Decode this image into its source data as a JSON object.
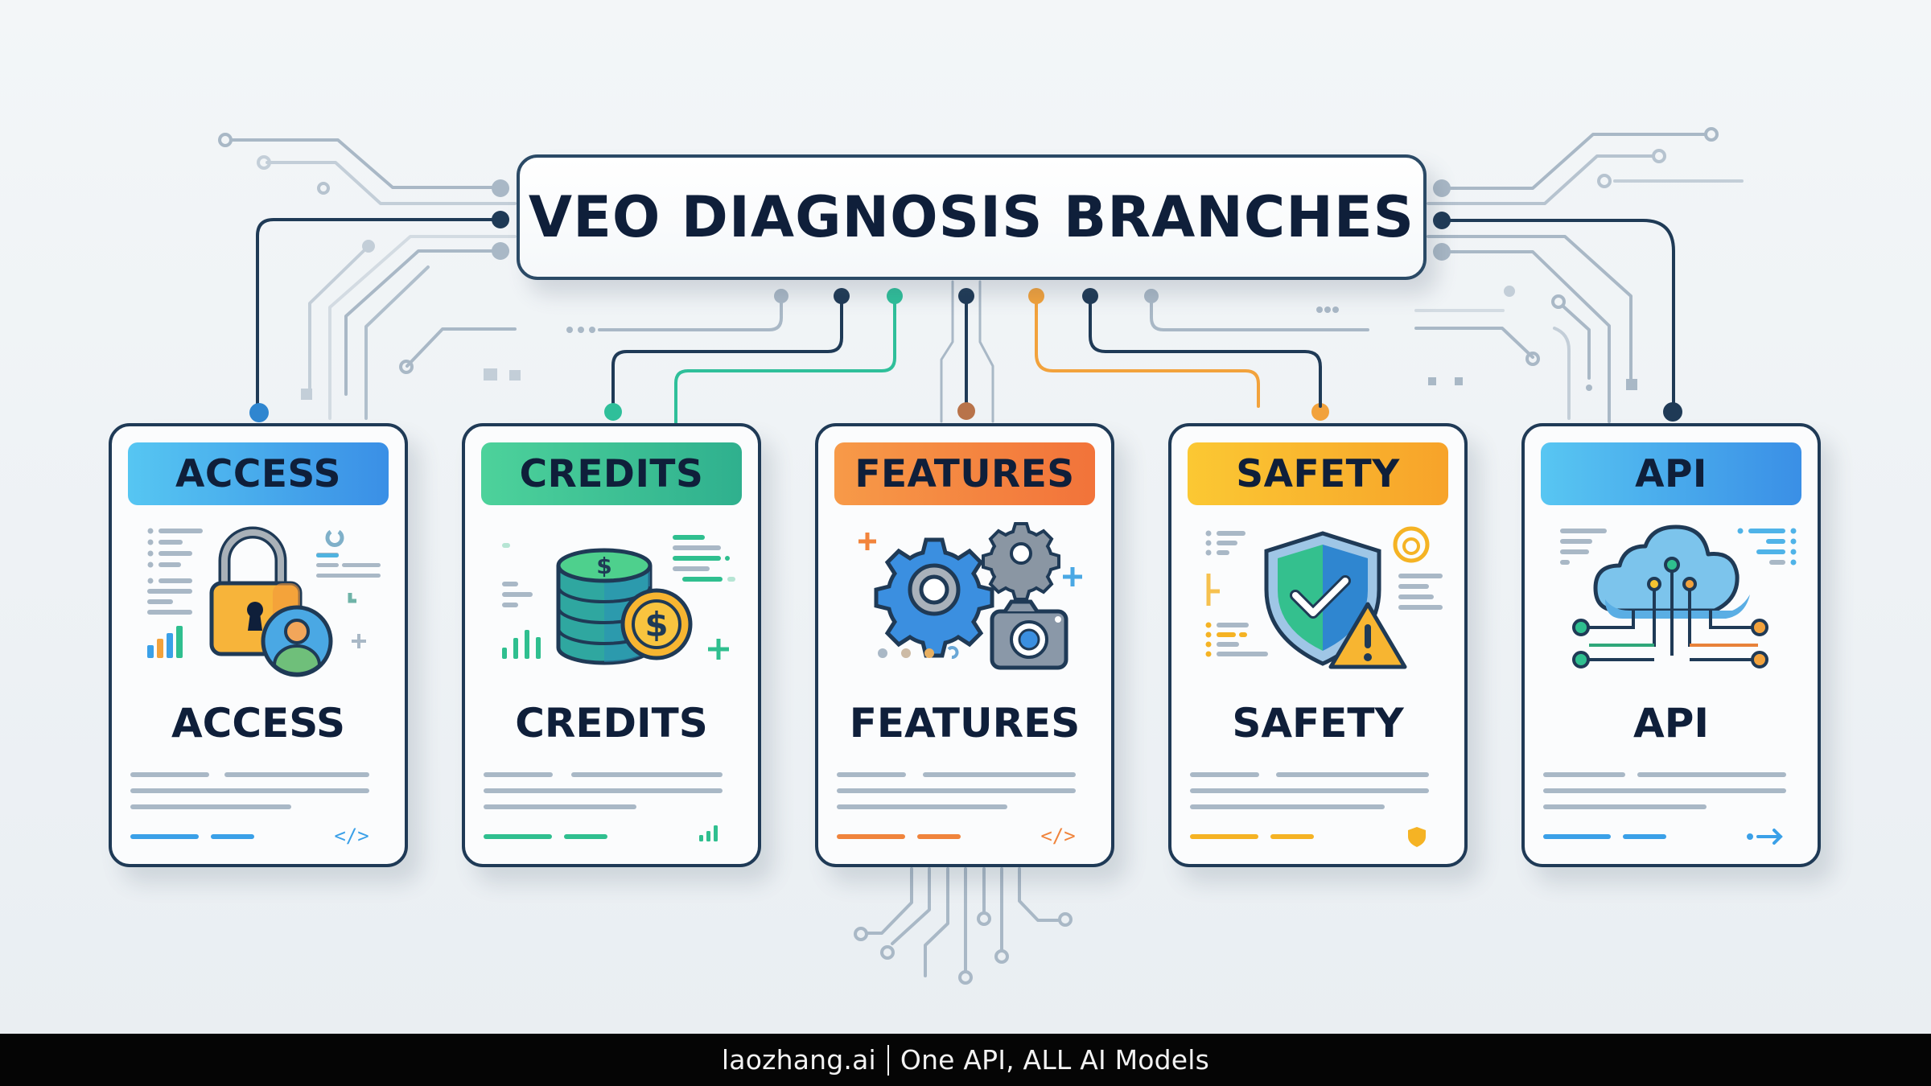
{
  "title": "VEO DIAGNOSIS BRANCHES",
  "cards": [
    {
      "header": "ACCESS",
      "label": "ACCESS",
      "icon": "lock-user-icon",
      "accent": "#3aa0e8",
      "header_gradient": [
        "#4fc3f0",
        "#3b8fe6"
      ],
      "corner_icon": "code-icon"
    },
    {
      "header": "CREDITS",
      "label": "CREDITS",
      "icon": "coins-stack-icon",
      "accent": "#2fbf8f",
      "header_gradient": [
        "#48d39a",
        "#2fb08e"
      ],
      "corner_icon": "bar-chart-icon"
    },
    {
      "header": "FEATURES",
      "label": "FEATURES",
      "icon": "gears-camera-icon",
      "accent": "#f0843c",
      "header_gradient": [
        "#f7a04a",
        "#f27438"
      ],
      "corner_icon": "code-icon"
    },
    {
      "header": "SAFETY",
      "label": "SAFETY",
      "icon": "shield-warning-icon",
      "accent": "#f5b324",
      "header_gradient": [
        "#fbc531",
        "#f7a62a"
      ],
      "corner_icon": "shield-icon"
    },
    {
      "header": "API",
      "label": "API",
      "icon": "cloud-circuit-icon",
      "accent": "#3aa0e8",
      "header_gradient": [
        "#56c4f2",
        "#3a8fe6"
      ],
      "corner_icon": "arrow-right-icon"
    }
  ],
  "footer": {
    "brand": "laozhang.ai",
    "tagline": "One API, ALL AI Models"
  },
  "colors": {
    "navy": "#1f3a56",
    "trace_light": "#a9b8c6",
    "teal": "#2fbf9a",
    "orange": "#f2a23c",
    "brown": "#b8734a",
    "blue_dot": "#2f86d0"
  }
}
